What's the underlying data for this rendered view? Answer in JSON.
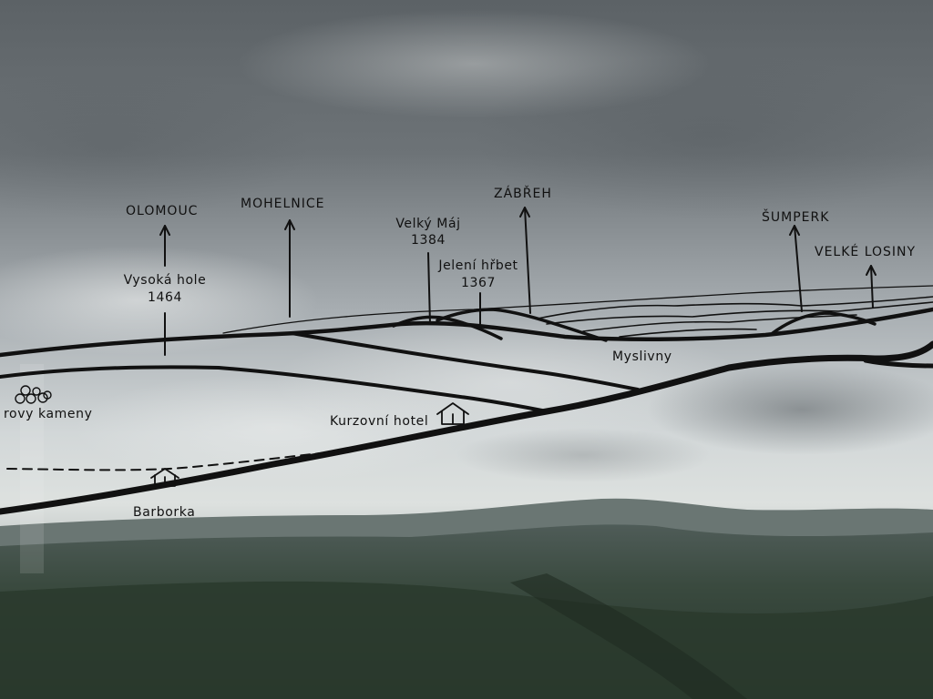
{
  "panorama": {
    "labels": {
      "olomouc": "OLOMOUC",
      "mohelnice": "MOHELNICE",
      "zabreh": "ZÁBŘEH",
      "sumperk": "ŠUMPERK",
      "velke_losiny": "VELKÉ LOSINY",
      "vysoka_hole_name": "Vysoká hole",
      "vysoka_hole_elev": "1464",
      "velky_maj_name": "Velký Máj",
      "velky_maj_elev": "1384",
      "jeleni_hrbet_name": "Jelení hřbet",
      "jeleni_hrbet_elev": "1367",
      "myslivny": "Myslivny",
      "kameny": "rovy kameny",
      "kurzovni_hotel": "Kurzovní hotel",
      "barborka": "Barborka"
    }
  },
  "colors": {
    "ink": "#111111",
    "sky_top": "#5f6569",
    "sky_mid": "#b9bfc3",
    "sky_horizon": "#dfe3e2",
    "hills_far": "#5d6a66",
    "forest": "#2f4233"
  },
  "icons": [
    "hut-icon",
    "hut-icon",
    "stones-icon",
    "arrow-up-icon"
  ]
}
